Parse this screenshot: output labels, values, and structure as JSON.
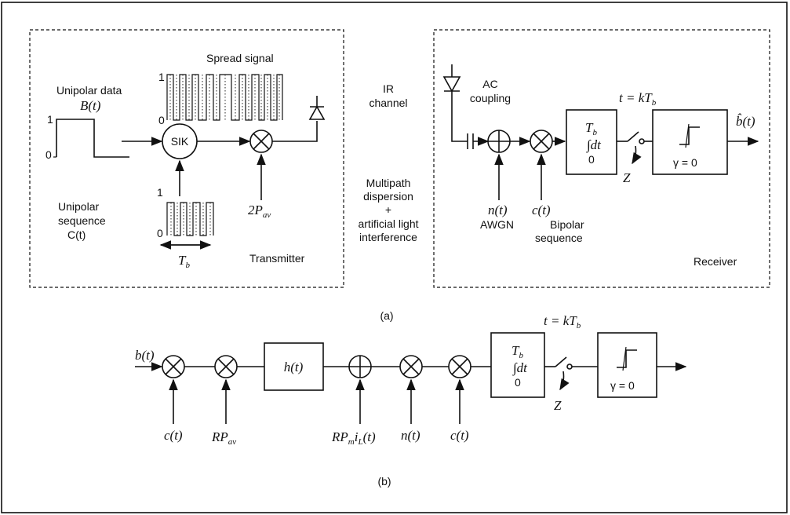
{
  "panel_a": {
    "unipolar_data_label": "Unipolar data",
    "unipolar_data_symbol": "B(t)",
    "data_level_1": "1",
    "data_level_0": "0",
    "spread_signal_label": "Spread signal",
    "spread_level_1": "1",
    "spread_level_0": "0",
    "sik_label": "SIK",
    "unipolar_sequence_label_1": "Unipolar",
    "unipolar_sequence_label_2": "sequence",
    "unipolar_sequence_symbol": "C(t)",
    "seq_level_1": "1",
    "seq_level_0": "0",
    "tb_label": "T",
    "tb_sub": "b",
    "power_label": "2P",
    "power_sub": "av",
    "transmitter_label": "Transmitter",
    "ir_channel_1": "IR",
    "ir_channel_2": "channel",
    "multipath_1": "Multipath",
    "multipath_2": "dispersion",
    "plus": "+",
    "multipath_3": "artificial light",
    "multipath_4": "interference",
    "ac_coupling_1": "AC",
    "ac_coupling_2": "coupling",
    "noise_symbol": "n(t)",
    "awgn_label": "AWGN",
    "code_symbol": "c(t)",
    "bipolar_1": "Bipolar",
    "bipolar_2": "sequence",
    "sample_time": "t = kT",
    "sample_sub": "b",
    "integrator_top": "T",
    "integrator_top_sub": "b",
    "integrator_mid": "∫dt",
    "integrator_low": "0",
    "z_label": "Z",
    "threshold_label": "γ = 0",
    "output_symbol": "b̂(t)",
    "receiver_label": "Receiver",
    "caption": "(a)"
  },
  "panel_b": {
    "input_symbol": "b(t)",
    "code_in": "c(t)",
    "power_label": "RP",
    "power_sub": "av",
    "channel_label": "h(t)",
    "interference_label": "RP",
    "interference_sub": "m",
    "interference_tail": "i",
    "interference_tail_sub": "L",
    "interference_end": "(t)",
    "noise_symbol": "n(t)",
    "code_out": "c(t)",
    "sample_time": "t = kT",
    "sample_sub": "b",
    "integrator_top": "T",
    "integrator_top_sub": "b",
    "integrator_mid": "∫dt",
    "integrator_low": "0",
    "z_label": "Z",
    "threshold_label": "γ = 0",
    "caption": "(b)"
  }
}
